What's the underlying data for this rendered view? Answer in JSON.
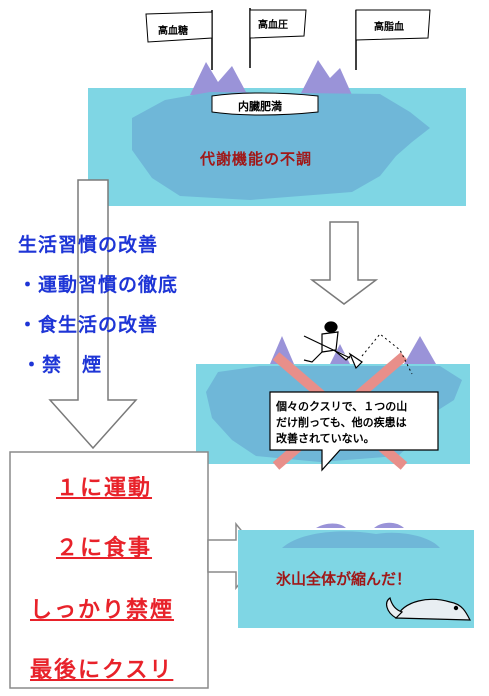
{
  "flags": [
    "高血糖",
    "高血圧",
    "高脂血"
  ],
  "visceral_fat": "内臓肥満",
  "metabolic_dysfunction": "代謝機能の不調",
  "lifestyle": {
    "title": "生活習慣の改善",
    "items": [
      "・運動習慣の徹底",
      "・食生活の改善",
      "・禁　煙"
    ]
  },
  "priority_steps": [
    "１に運動",
    "２に食事",
    "しっかり禁煙",
    "最後にクスリ"
  ],
  "balloon_lines": [
    "個々のクスリで、１つの山",
    "だけ削っても、他の疾患は",
    "改善されていない。"
  ],
  "iceberg_shrunk": "氷山全体が縮んだ！",
  "colors": {
    "water": "#7fd6e4",
    "iceberg": "#6fb7d8",
    "peak": "#9a93d8",
    "cross": "#e88f8a",
    "habit_text": "#1e35d6",
    "metabolic_text": "#a01818",
    "step_text": "#e8222a"
  }
}
